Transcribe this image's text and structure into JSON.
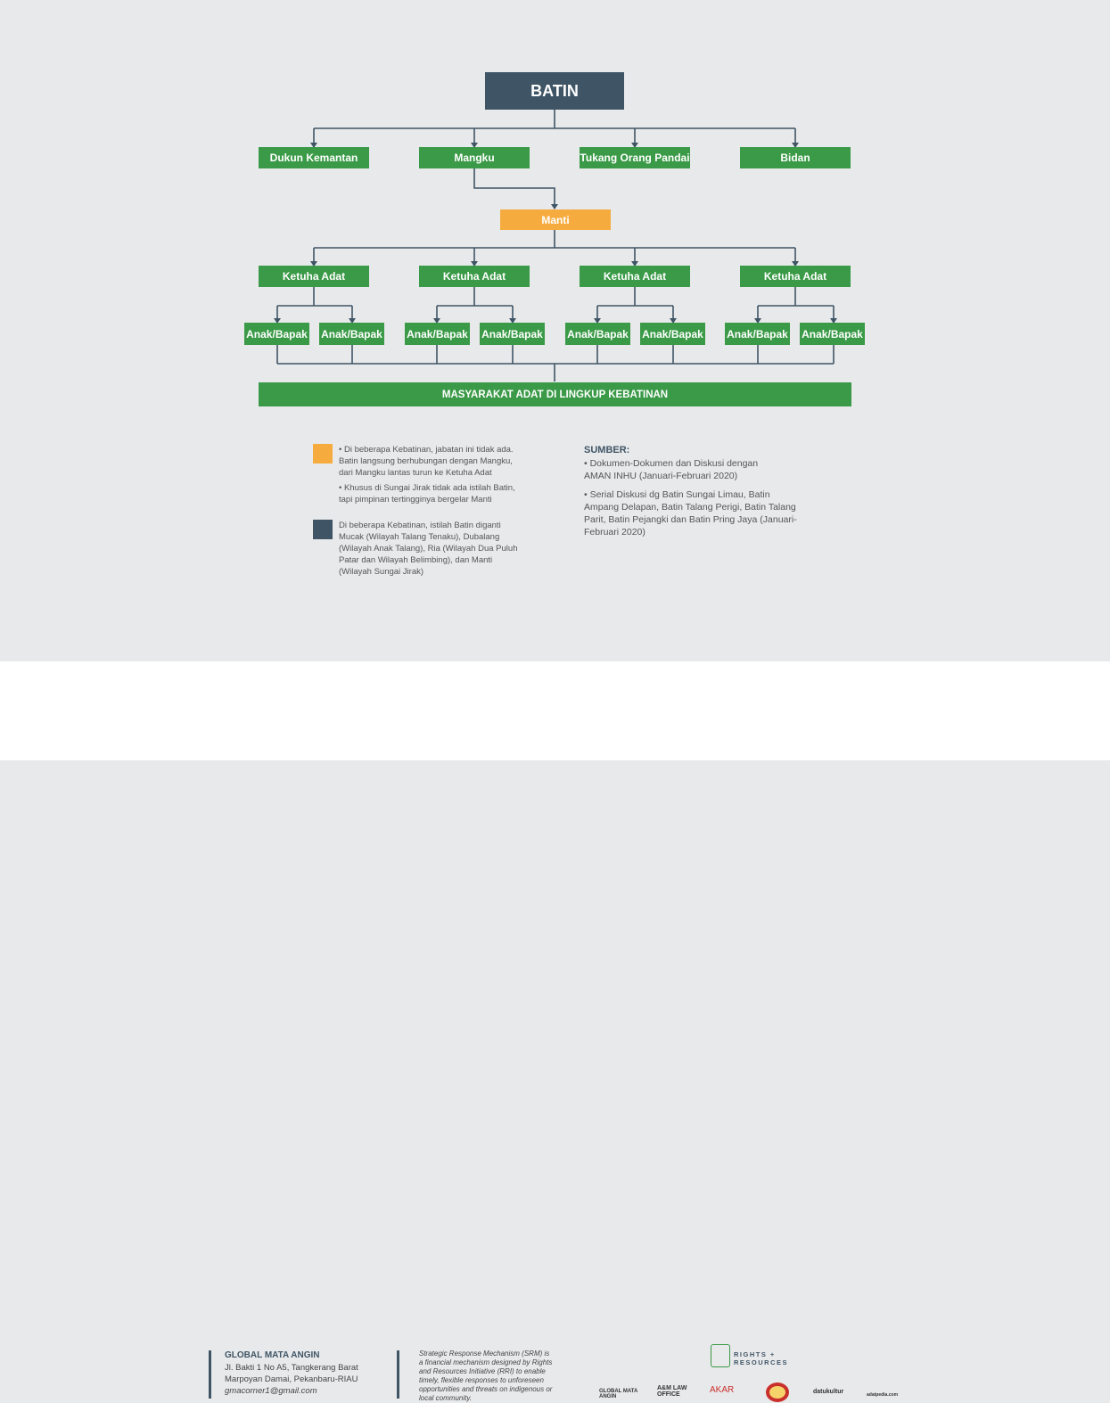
{
  "chart": {
    "root": "BATIN",
    "level1": [
      "Dukun Kemantan",
      "Mangku",
      "Tukang Orang Pandai",
      "Bidan"
    ],
    "manti": "Manti",
    "ketua": [
      "Ketuha Adat",
      "Ketuha Adat",
      "Ketuha Adat",
      "Ketuha Adat"
    ],
    "anak": [
      "Anak/Bapak",
      "Anak/Bapak",
      "Anak/Bapak",
      "Anak/Bapak",
      "Anak/Bapak",
      "Anak/Bapak",
      "Anak/Bapak",
      "Anak/Bapak"
    ],
    "bottom": "MASYARAKAT ADAT DI LINGKUP KEBATINAN"
  },
  "legend": {
    "orange_items": [
      "• Di beberapa Kebatinan, jabatan ini tidak ada.  Batin langsung berhubungan dengan Mangku, dari Mangku lantas turun ke Ketuha Adat",
      "• Khusus di Sungai Jirak tidak ada istilah Batin, tapi pimpinan tertingginya bergelar Manti"
    ],
    "slate_text": "Di beberapa Kebatinan, istilah Batin diganti Mucak (Wilayah Talang Tenaku),  Dubalang (Wilayah Anak Talang), Ria (Wilayah Dua Puluh Patar dan Wilayah Belimbing), dan Manti (Wilayah Sungai Jirak)"
  },
  "sources": {
    "title": "SUMBER:",
    "items": [
      "• Dokumen-Dokumen dan Diskusi dengan AMAN INHU (Januari-Februari 2020)",
      "• Serial Diskusi dg Batin Sungai Limau, Batin Ampang Delapan, Batin Talang Perigi, Batin Talang Parit, Batin Pejangki dan Batin Pring Jaya (Januari-Februari 2020)"
    ]
  },
  "footer": {
    "org": "GLOBAL MATA ANGIN",
    "address": [
      "Jl. Bakti 1 No A5, Tangkerang Barat",
      "Marpoyan Damai, Pekanbaru-RIAU",
      "gmacorner1@gmail.com"
    ],
    "srm": "Strategic Response Mechanism (SRM) is a financial mechanism designed by Rights and Resources Initiative (RRI) to enable timely, flexible responses to unforeseen opportunities and threats on indigenous or local community.",
    "rr_logo": [
      "RIGHTS +",
      "RESOURCES"
    ],
    "partners": [
      "GLOBAL MATA ANGIN",
      "A&M LAW OFFICE",
      "AKAR",
      "seal",
      "datukultur",
      "adatpedia.com"
    ]
  },
  "colors": {
    "green": "#3a9a47",
    "orange": "#f6ab3e",
    "slate": "#3f5565",
    "line": "#3f5565",
    "background": "#e8e9eb"
  }
}
